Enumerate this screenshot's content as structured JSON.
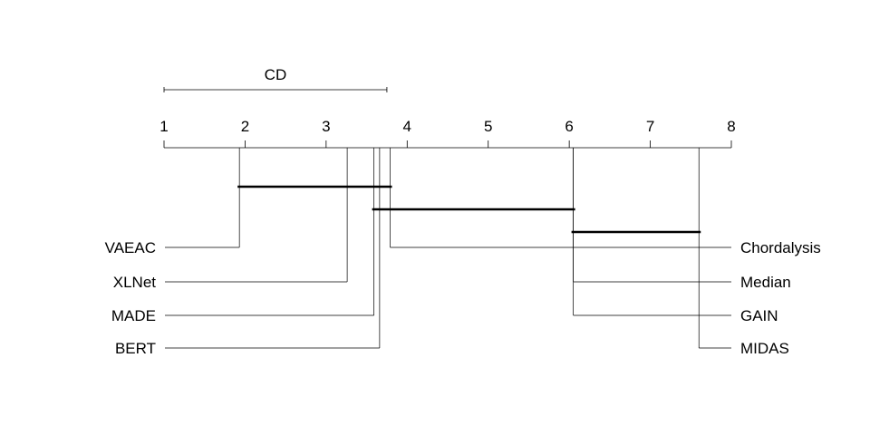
{
  "chart_data": {
    "type": "critical-difference",
    "cd_label": "CD",
    "cd_value": 2.75,
    "axis": {
      "min": 1,
      "max": 8,
      "ticks": [
        "1",
        "2",
        "3",
        "4",
        "5",
        "6",
        "7",
        "8"
      ]
    },
    "methods": [
      {
        "name": "VAEAC",
        "rank": 1.93,
        "side": "left"
      },
      {
        "name": "XLNet",
        "rank": 3.26,
        "side": "left"
      },
      {
        "name": "MADE",
        "rank": 3.59,
        "side": "left"
      },
      {
        "name": "BERT",
        "rank": 3.66,
        "side": "left"
      },
      {
        "name": "Chordalysis",
        "rank": 3.79,
        "side": "right"
      },
      {
        "name": "Median",
        "rank": 6.05,
        "side": "right"
      },
      {
        "name": "GAIN",
        "rank": 6.05,
        "side": "right"
      },
      {
        "name": "MIDAS",
        "rank": 7.6,
        "side": "right"
      }
    ],
    "cliques": [
      {
        "from": 1.93,
        "to": 3.79
      },
      {
        "from": 3.59,
        "to": 6.05
      },
      {
        "from": 6.05,
        "to": 7.6
      }
    ]
  }
}
